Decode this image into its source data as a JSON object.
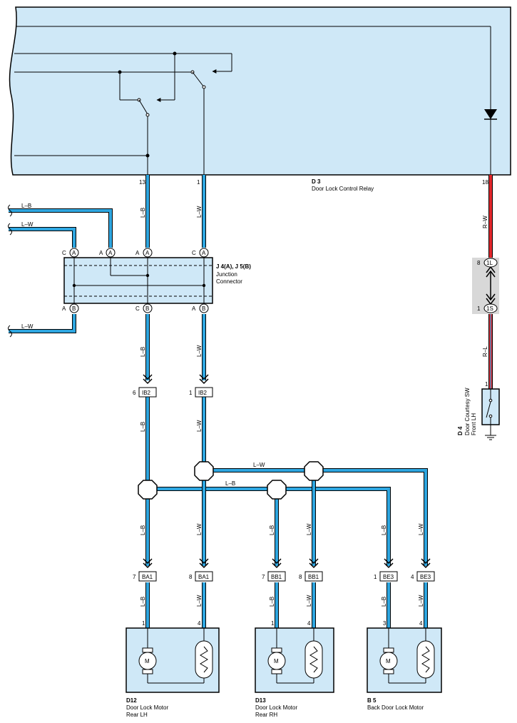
{
  "relay": {
    "code": "D 3",
    "name": "Door Lock Control Relay",
    "pin_a": "13",
    "pin_b": "1",
    "pin_c": "18"
  },
  "junction": {
    "code": "J 4(A), J 5(B)",
    "name_line1": "Junction",
    "name_line2": "Connector",
    "top_pins": [
      {
        "label": "C",
        "circle": "A"
      },
      {
        "label": "A",
        "circle": "A"
      },
      {
        "label": "A",
        "circle": "A"
      },
      {
        "label": "C",
        "circle": "A"
      }
    ],
    "bottom_pins": [
      {
        "label": "A",
        "circle": "B"
      },
      {
        "label": "C",
        "circle": "B"
      },
      {
        "label": "A",
        "circle": "B"
      }
    ]
  },
  "wires": {
    "lb": "L–B",
    "lw": "L–W",
    "rw": "R–W",
    "rl": "R–L"
  },
  "connectors": {
    "ib2_left": {
      "pin": "6",
      "name": "IB2"
    },
    "ib2_right": {
      "pin": "1",
      "name": "IB2"
    },
    "ba1_left": {
      "pin": "7",
      "name": "BA1"
    },
    "ba1_right": {
      "pin": "8",
      "name": "BA1"
    },
    "bb1_left": {
      "pin": "7",
      "name": "BB1"
    },
    "bb1_right": {
      "pin": "8",
      "name": "BB1"
    },
    "be3_left": {
      "pin": "1",
      "name": "BE3"
    },
    "be3_right": {
      "pin": "4",
      "name": "BE3"
    },
    "c1l": {
      "pin": "8",
      "name": "1L"
    },
    "c1s": {
      "pin": "1",
      "name": "1S"
    }
  },
  "courtesy": {
    "code": "D 4",
    "line1": "Door Courtesy SW",
    "line2": "Front LH",
    "pin": "1"
  },
  "motors": [
    {
      "code": "D12",
      "line1": "Door Lock Motor",
      "line2": "Rear LH",
      "pin_l": "1",
      "pin_r": "4",
      "m": "M"
    },
    {
      "code": "D13",
      "line1": "Door Lock Motor",
      "line2": "Rear RH",
      "pin_l": "1",
      "pin_r": "4",
      "m": "M"
    },
    {
      "code": "B 5",
      "line1": "Back Door Lock Motor",
      "line2": "",
      "pin_l": "3",
      "pin_r": "4",
      "m": "M"
    }
  ],
  "colors": {
    "component_fill": "#cfe8f7",
    "wire_blue": "#2ea6e0",
    "wire_red": "#e0262b",
    "connector_grey": "#d8d8d8"
  }
}
